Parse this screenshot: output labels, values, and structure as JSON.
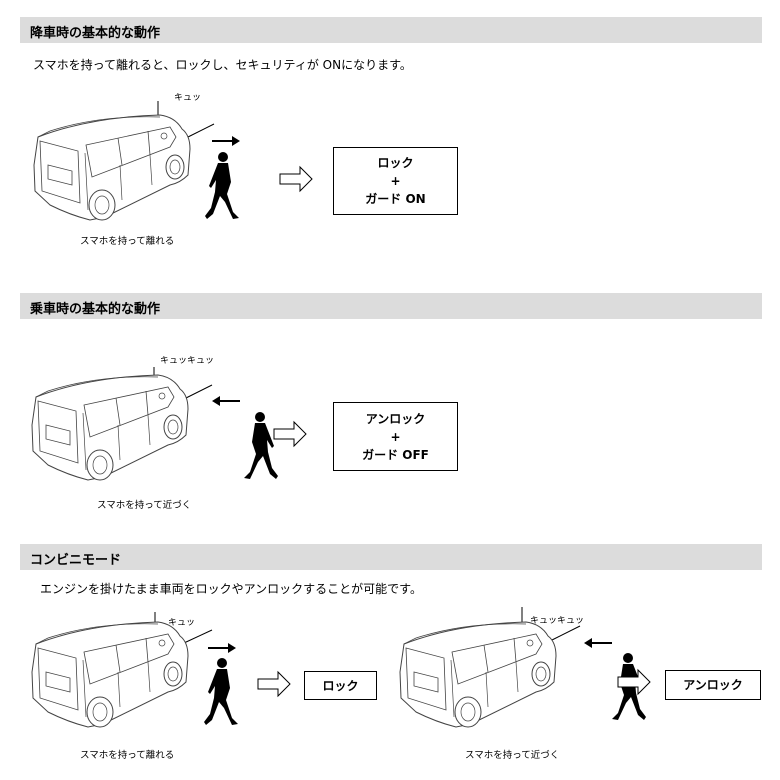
{
  "sections": [
    {
      "title": "降車時の基本的な動作",
      "description": "スマホを持って離れると、ロックし、セキュリティが ONになります。",
      "scene": {
        "sound": "キュッ",
        "caption": "スマホを持って離れる",
        "direction": "right",
        "result": [
          "ロック",
          "+",
          "ガード ON"
        ]
      }
    },
    {
      "title": "乗車時の基本的な動作",
      "scene": {
        "sound": "キュッキュッ",
        "caption": "スマホを持って近づく",
        "direction": "left",
        "result": [
          "アンロック",
          "+",
          "ガード OFF"
        ]
      }
    },
    {
      "title": "コンビニモード",
      "description": "エンジンを掛けたまま車両をロックやアンロックすることが可能です。",
      "scenes": [
        {
          "sound": "キュッ",
          "caption": "スマホを持って離れる",
          "direction": "right",
          "result": "ロック"
        },
        {
          "sound": "キュッキュッ",
          "caption": "スマホを持って近づく",
          "direction": "left",
          "result": "アンロック"
        }
      ]
    }
  ],
  "icons": {
    "vehicle": "van-icon",
    "person": "walking-person-icon",
    "flow": "hollow-arrow-right-icon"
  },
  "colors": {
    "header_bg": "#dcdcdc",
    "text": "#000000"
  }
}
